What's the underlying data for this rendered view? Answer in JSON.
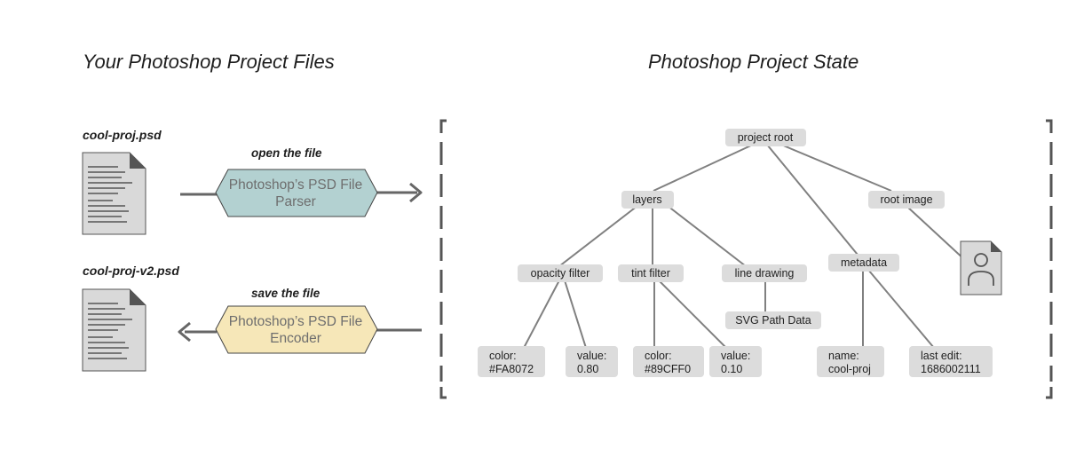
{
  "headings": {
    "left": "Your Photoshop Project Files",
    "right": "Photoshop Project State"
  },
  "files": {
    "top": "cool-proj.psd",
    "bottom": "cool-proj-v2.psd"
  },
  "actions": {
    "open": "open the file",
    "save": "save the file"
  },
  "parser": {
    "line1": "Photoshop’s PSD File",
    "line2": "Parser",
    "color": "#b3d1d1"
  },
  "encoder": {
    "line1": "Photoshop’s PSD File",
    "line2": "Encoder",
    "color": "#f6e7b8"
  },
  "tree": {
    "root": "project root",
    "layers": "layers",
    "root_image": "root image",
    "opacity_filter": "opacity filter",
    "tint_filter": "tint filter",
    "line_drawing": "line drawing",
    "metadata": "metadata",
    "svg_path_data": "SVG Path Data",
    "opacity_color": {
      "line1": "color:",
      "line2": "#FA8072"
    },
    "opacity_value": {
      "line1": "value:",
      "line2": "0.80"
    },
    "tint_color": {
      "line1": "color:",
      "line2": "#89CFF0"
    },
    "tint_value": {
      "line1": "value:",
      "line2": "0.10"
    },
    "meta_name": {
      "line1": "name:",
      "line2": "cool-proj"
    },
    "meta_last_edit": {
      "line1": "last edit:",
      "line2": "1686002111"
    }
  },
  "colors": {
    "node_fill": "#dcdcdc",
    "line": "#808080",
    "file_fill": "#d9d9d9"
  }
}
